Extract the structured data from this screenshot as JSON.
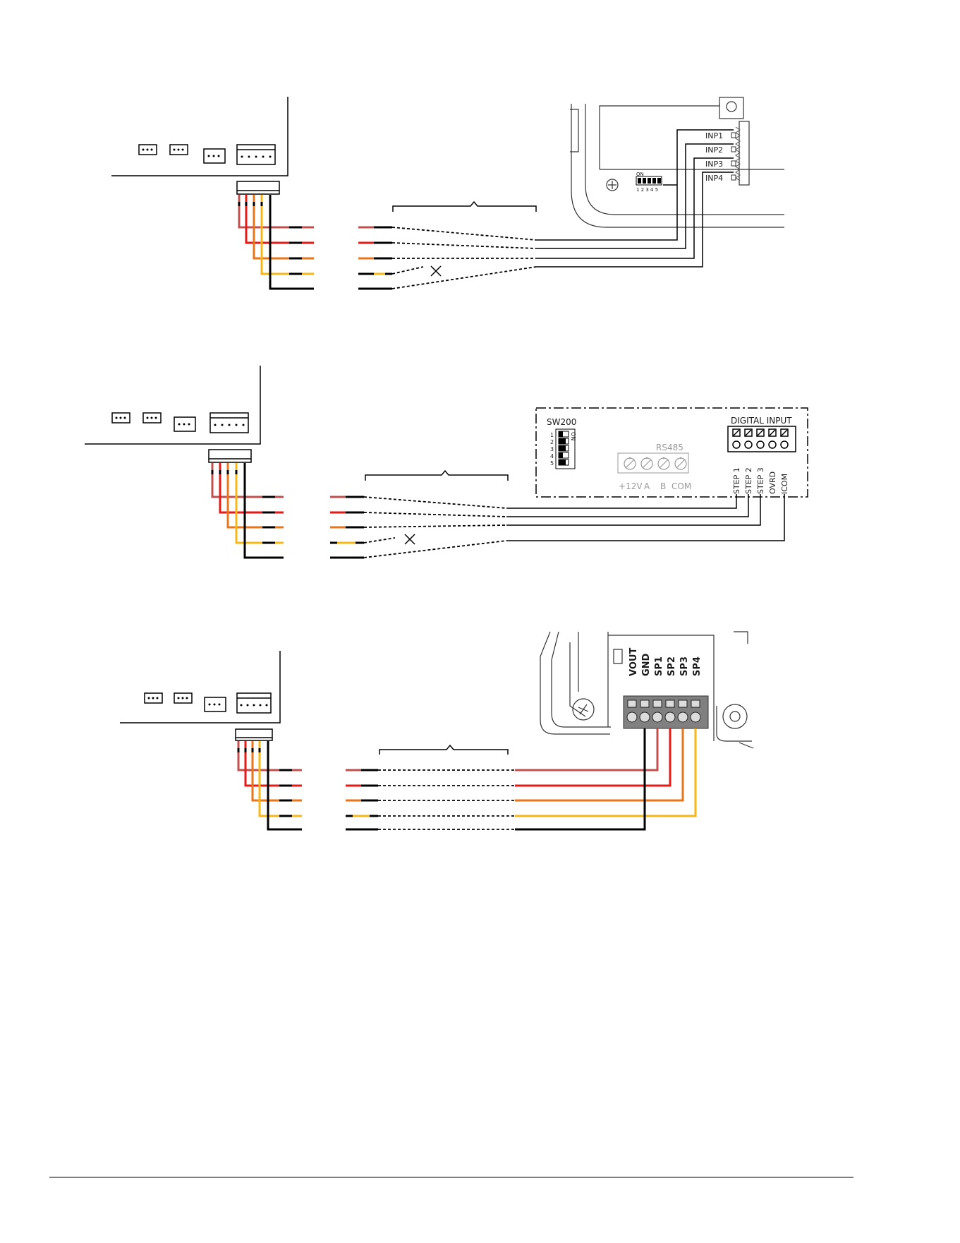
{
  "colors": {
    "wire_red_dark": "#c0504d",
    "wire_red": "#e41b17",
    "wire_orange": "#e8761c",
    "wire_yellow": "#f7b718",
    "wire_black": "#000000"
  },
  "diagram1": {
    "inputs": [
      "INP1",
      "INP2",
      "INP3",
      "INP4"
    ],
    "dip_on": "ON",
    "dip_numbers": "1 2 3 4 5"
  },
  "diagram2": {
    "switch_label": "SW200",
    "switch_on": "ON",
    "switch_numbers": [
      "1",
      "2",
      "3",
      "4",
      "5"
    ],
    "panel_label": "DIGITAL INPUT",
    "rs485_label": "RS485",
    "rs485_terminals": [
      "+12V",
      "A",
      "B",
      "COM"
    ],
    "digital_terminals": [
      "STEP 1",
      "STEP 2",
      "STEP 3",
      "OVRD",
      "ICOM"
    ]
  },
  "diagram3": {
    "terminals": [
      "VOUT",
      "GND",
      "SP1",
      "SP2",
      "SP3",
      "SP4"
    ]
  }
}
